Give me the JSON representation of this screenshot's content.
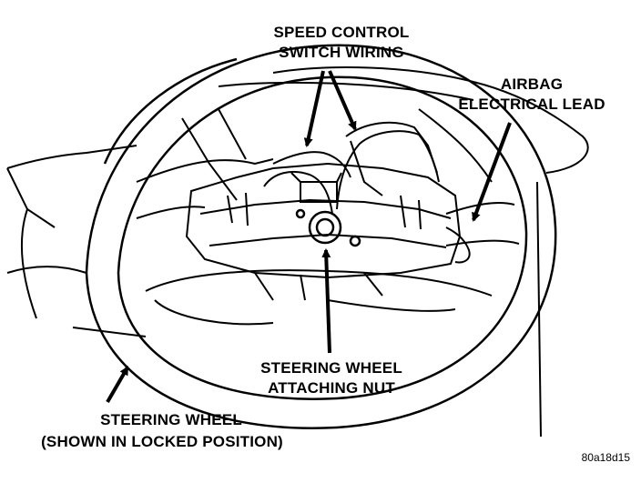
{
  "labels": {
    "speed_control_line1": "SPEED CONTROL",
    "speed_control_line2": "SWITCH WIRING",
    "airbag_line1": "AIRBAG",
    "airbag_line2": "ELECTRICAL LEAD",
    "nut_line1": "STEERING WHEEL",
    "nut_line2": "ATTACHING NUT",
    "wheel_line1": "STEERING WHEEL",
    "wheel_line2": "(SHOWN IN LOCKED POSITION)"
  },
  "figure_code": "80a18d15"
}
